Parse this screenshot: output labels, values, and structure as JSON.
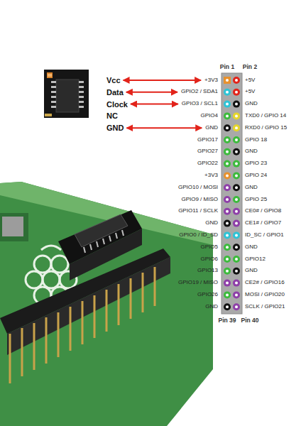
{
  "diagram": {
    "labels": [
      "Vcc",
      "Data",
      "Clock",
      "NC",
      "GND",
      "Pin 1",
      "Pin 2",
      "+3V3",
      "+5V",
      "GPIO2 / SDA1",
      "+5V",
      "GPIO3 / SCL1",
      "GND",
      "GPIO4",
      "TXD0 / GPIO 14",
      "GND",
      "RXD0 / GPIO 15",
      "GPIO17",
      "GPIO 18",
      "GPIO27",
      "GND",
      "GPIO22",
      "GPIO 23",
      "+3V3",
      "GPIO 24",
      "GPIO10 / MOSI",
      "GND",
      "GPIO9 / MISO",
      "GPIO 25",
      "GPIO11 / SCLK",
      "CE0# / GPIO8",
      "GND",
      "CE1# / GPIO7",
      "GPIO0 / ID_SD",
      "ID_SC / GPIO1",
      "GPIO5",
      "GND",
      "GPIO6",
      "GPIO12",
      "GPIO13",
      "GND",
      "GPIO19 / MISO",
      "CE2# / GPIO16",
      "GPIO26",
      "MOSI / GPIO20",
      "GND",
      "SCLK / GPIO21",
      "Pin 39",
      "Pin 40"
    ]
  }
}
